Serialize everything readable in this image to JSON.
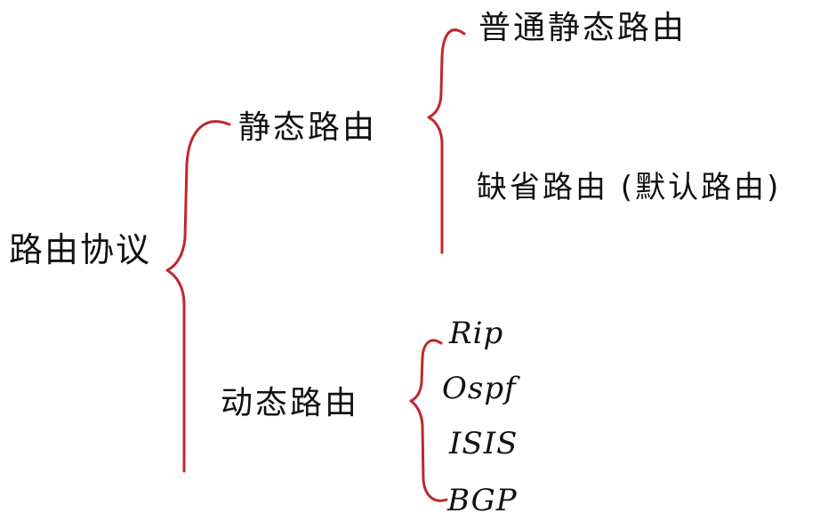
{
  "colors": {
    "brace": "#c0282d",
    "text": "#111111",
    "background": "#ffffff"
  },
  "tree": {
    "root": "路由协议",
    "static": {
      "label": "静态路由",
      "children": [
        "普通静态路由",
        "缺省路由 (默认路由)"
      ]
    },
    "dynamic": {
      "label": "动态路由",
      "children": [
        "Rip",
        "Ospf",
        "ISIS",
        "BGP"
      ]
    }
  }
}
